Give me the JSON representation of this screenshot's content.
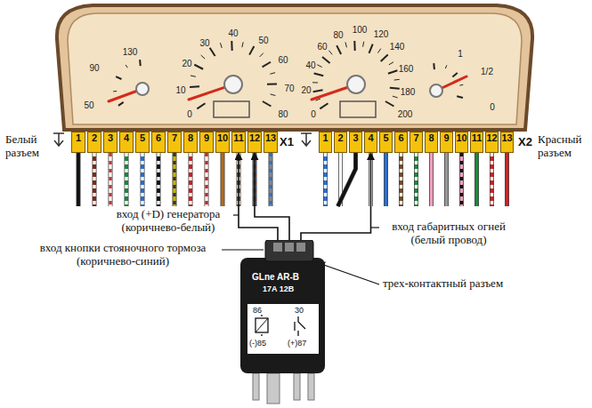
{
  "diagram": {
    "nodes": [
      {
        "text": [
          "1"
        ]
      },
      {
        "text": [
          "2"
        ]
      },
      {
        "text": [
          "3"
        ]
      },
      {
        "text": [
          "4"
        ]
      },
      {
        "text": [
          "5"
        ]
      },
      {
        "text": [
          "6"
        ]
      },
      {
        "text": [
          "7"
        ]
      },
      {
        "text": [
          "8"
        ]
      },
      {
        "text": [
          "9"
        ]
      },
      {
        "text": [
          "10"
        ]
      },
      {
        "text": [
          "11"
        ]
      },
      {
        "text": [
          "12"
        ]
      },
      {
        "text": [
          "13"
        ]
      },
      {
        "text": [
          "1"
        ]
      },
      {
        "text": [
          "2"
        ]
      },
      {
        "text": [
          "3"
        ]
      },
      {
        "text": [
          "4"
        ]
      },
      {
        "text": [
          "5"
        ]
      },
      {
        "text": [
          "6"
        ]
      },
      {
        "text": [
          "7"
        ]
      },
      {
        "text": [
          "8"
        ]
      },
      {
        "text": [
          "9"
        ]
      },
      {
        "text": [
          "10"
        ]
      },
      {
        "text": [
          "11"
        ]
      },
      {
        "text": [
          "12"
        ]
      },
      {
        "text": [
          "13"
        ]
      },
      {
        "text": [
          "GLne AR-B",
          "17A 12B",
          "86",
          "30",
          "(-)85",
          "(+)87"
        ]
      }
    ],
    "edges": [
      {
        "from": 26,
        "to": 10,
        "arrow": "to"
      },
      {
        "from": 26,
        "to": 11,
        "arrow": "to"
      },
      {
        "from": 26,
        "to": 16,
        "arrow": "to"
      }
    ],
    "labels": [
      "130",
      "90",
      "50",
      "0",
      "10",
      "20",
      "30",
      "40",
      "50",
      "60",
      "70",
      "80",
      "0",
      "20",
      "40",
      "60",
      "80",
      "100",
      "120",
      "140",
      "160",
      "180",
      "200",
      "1",
      "1/2",
      "0",
      "Белый разъем",
      "X1",
      "Красный разъем",
      "X2",
      "вход (+D) генератора (коричнево-белый)",
      "вход кнопки стояночного тормоза (коричнево-синий)",
      "вход габаритных огней (белый провод)",
      "трех-контактный разъем"
    ]
  }
}
